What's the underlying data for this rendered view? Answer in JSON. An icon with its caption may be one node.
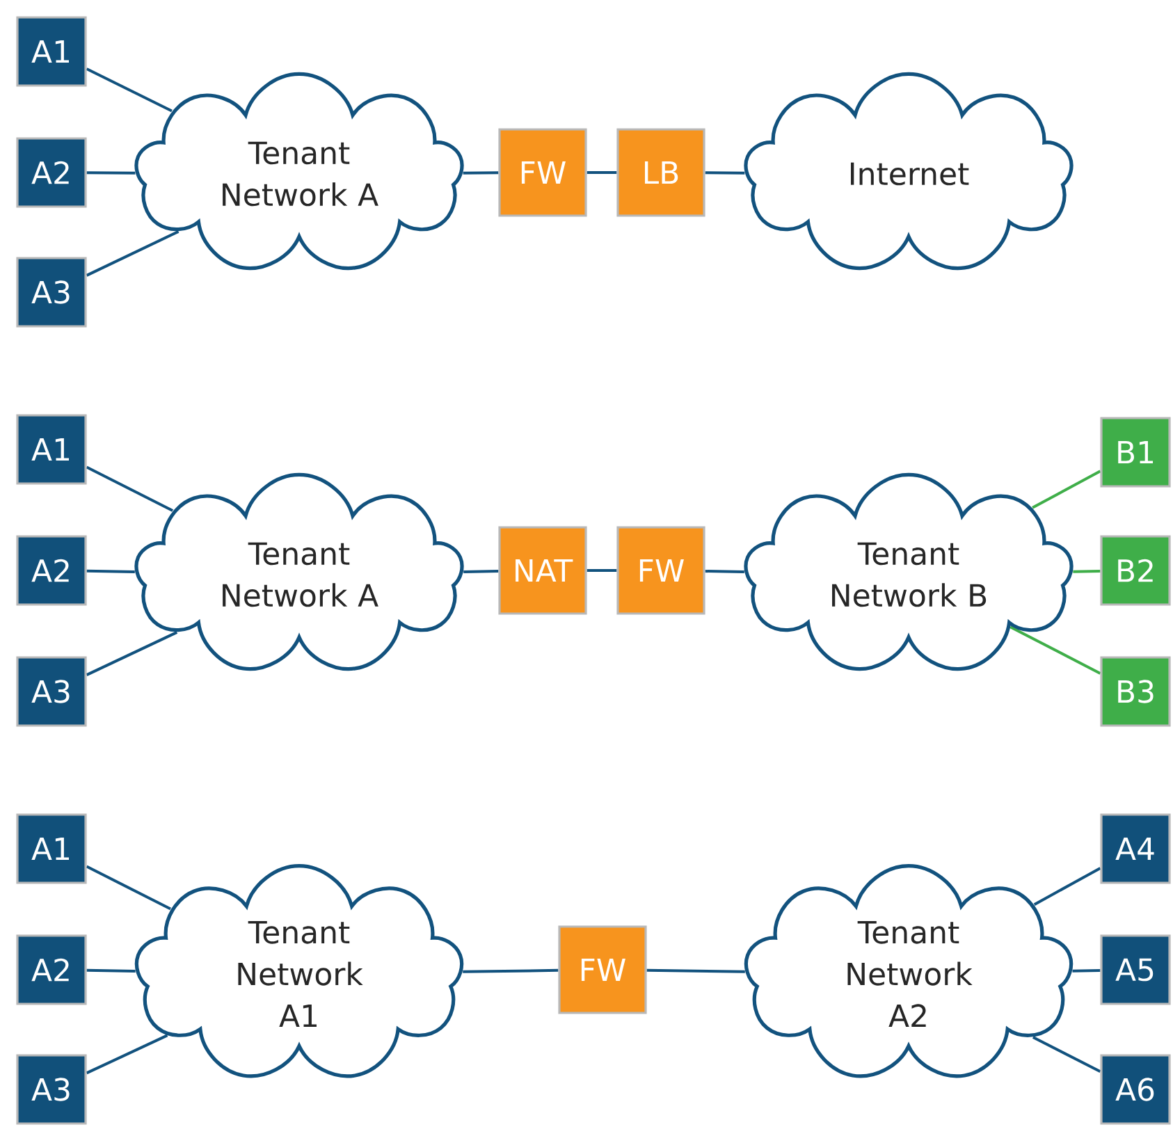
{
  "diagram": {
    "nodes": [
      {
        "text": [
          "A1"
        ]
      },
      {
        "text": [
          "A2"
        ]
      },
      {
        "text": [
          "A3"
        ]
      },
      {
        "text": [
          "Tenant Network A"
        ]
      },
      {
        "text": [
          "FW"
        ]
      },
      {
        "text": [
          "LB"
        ]
      },
      {
        "text": [
          "Internet"
        ]
      },
      {
        "text": [
          "A1"
        ]
      },
      {
        "text": [
          "A2"
        ]
      },
      {
        "text": [
          "A3"
        ]
      },
      {
        "text": [
          "Tenant Network A"
        ]
      },
      {
        "text": [
          "NAT"
        ]
      },
      {
        "text": [
          "FW"
        ]
      },
      {
        "text": [
          "Tenant Network B"
        ]
      },
      {
        "text": [
          "B1"
        ]
      },
      {
        "text": [
          "B2"
        ]
      },
      {
        "text": [
          "B3"
        ]
      },
      {
        "text": [
          "A1"
        ]
      },
      {
        "text": [
          "A2"
        ]
      },
      {
        "text": [
          "A3"
        ]
      },
      {
        "text": [
          "Tenant Network A1"
        ]
      },
      {
        "text": [
          "FW"
        ]
      },
      {
        "text": [
          "Tenant Network A2"
        ]
      },
      {
        "text": [
          "A4"
        ]
      },
      {
        "text": [
          "A5"
        ]
      },
      {
        "text": [
          "A6"
        ]
      }
    ],
    "edges": [
      {
        "from": 0,
        "to": 3,
        "arrow": "none"
      },
      {
        "from": 1,
        "to": 3,
        "arrow": "none"
      },
      {
        "from": 2,
        "to": 3,
        "arrow": "none"
      },
      {
        "from": 3,
        "to": 4,
        "arrow": "none"
      },
      {
        "from": 4,
        "to": 5,
        "arrow": "none"
      },
      {
        "from": 5,
        "to": 6,
        "arrow": "none"
      },
      {
        "from": 7,
        "to": 10,
        "arrow": "none"
      },
      {
        "from": 8,
        "to": 10,
        "arrow": "none"
      },
      {
        "from": 9,
        "to": 10,
        "arrow": "none"
      },
      {
        "from": 10,
        "to": 11,
        "arrow": "none"
      },
      {
        "from": 11,
        "to": 12,
        "arrow": "none"
      },
      {
        "from": 12,
        "to": 13,
        "arrow": "none"
      },
      {
        "from": 13,
        "to": 14,
        "arrow": "none",
        "color": "#3fae49"
      },
      {
        "from": 13,
        "to": 15,
        "arrow": "none",
        "color": "#3fae49"
      },
      {
        "from": 13,
        "to": 16,
        "arrow": "none",
        "color": "#3fae49"
      },
      {
        "from": 17,
        "to": 20,
        "arrow": "none"
      },
      {
        "from": 18,
        "to": 20,
        "arrow": "none"
      },
      {
        "from": 19,
        "to": 20,
        "arrow": "none"
      },
      {
        "from": 20,
        "to": 21,
        "arrow": "none"
      },
      {
        "from": 21,
        "to": 22,
        "arrow": "none"
      },
      {
        "from": 22,
        "to": 23,
        "arrow": "none"
      },
      {
        "from": 22,
        "to": 24,
        "arrow": "none"
      },
      {
        "from": 22,
        "to": 25,
        "arrow": "none"
      }
    ]
  }
}
